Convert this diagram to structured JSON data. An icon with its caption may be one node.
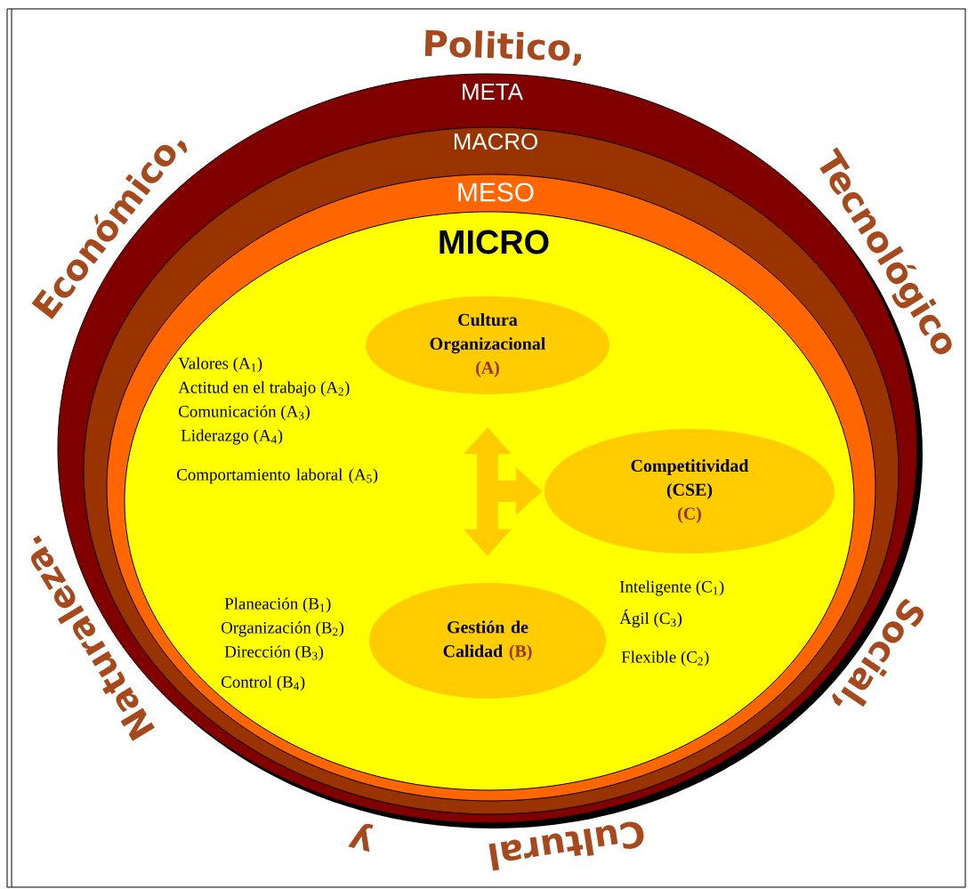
{
  "diagram": {
    "nodes": [
      {
        "text": [
          "META"
        ]
      },
      {
        "text": [
          "MACRO"
        ],
        "in": 0
      },
      {
        "text": [
          "MESO"
        ],
        "in": 1
      },
      {
        "text": [
          "MICRO"
        ],
        "in": 2
      },
      {
        "text": [
          "Cultura Organizacional",
          "(A)"
        ],
        "in": 3
      },
      {
        "text": [
          "Competitividad (CSE)",
          "(C)"
        ],
        "in": 3
      },
      {
        "text": [
          "Gestión de Calidad",
          "(B)"
        ],
        "in": 3
      }
    ],
    "edges": [
      {
        "from": 4,
        "to": 6,
        "arrow": "both"
      },
      {
        "from": null,
        "to": 5,
        "arrow": "to"
      }
    ],
    "labels": [
      "Económico,",
      "Politico,",
      "Tecnológico",
      "Social,",
      "Cultural",
      "y",
      "Naturaleza.",
      "Valores (A$_{1}$)",
      "Actitud en el trabajo (A$_{2}$)",
      "Comunicación (A$_{3}$)",
      "Liderazgo (A$_{4}$)",
      "Comportamiento laboral (A$_{5}$)",
      "Planeación (B$_{1}$)",
      "Organización (B$_{2}$)",
      "Dirección (B$_{3}$)",
      "Control (B$_{4}$)",
      "Inteligente (C$_{1}$)",
      "Ágil (C$_{3}$)",
      "Flexible (C$_{2}$)"
    ]
  }
}
